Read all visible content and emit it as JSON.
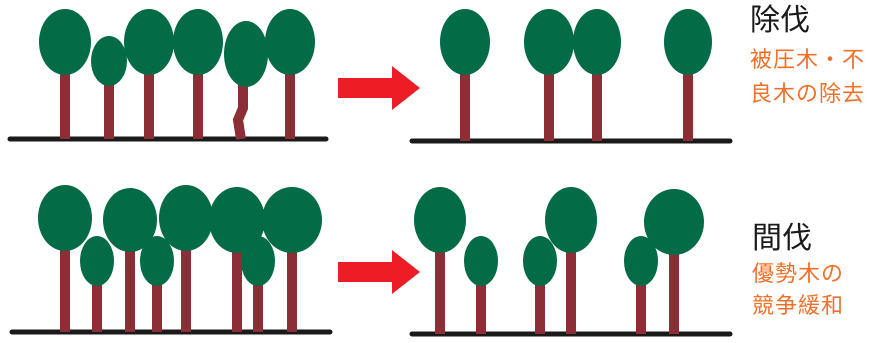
{
  "colors": {
    "foliage": "#036b45",
    "trunk": "#8b2e35",
    "ground": "#1a1a1a",
    "arrow": "#ee1c25",
    "title_text": "#1a1a1a",
    "description_text": "#f07028"
  },
  "rows": [
    {
      "title": "除伐",
      "description_lines": [
        "被圧木・不",
        "良木の除去"
      ]
    },
    {
      "title": "間伐",
      "description_lines": [
        "優勢木の",
        "競争緩和"
      ]
    }
  ]
}
